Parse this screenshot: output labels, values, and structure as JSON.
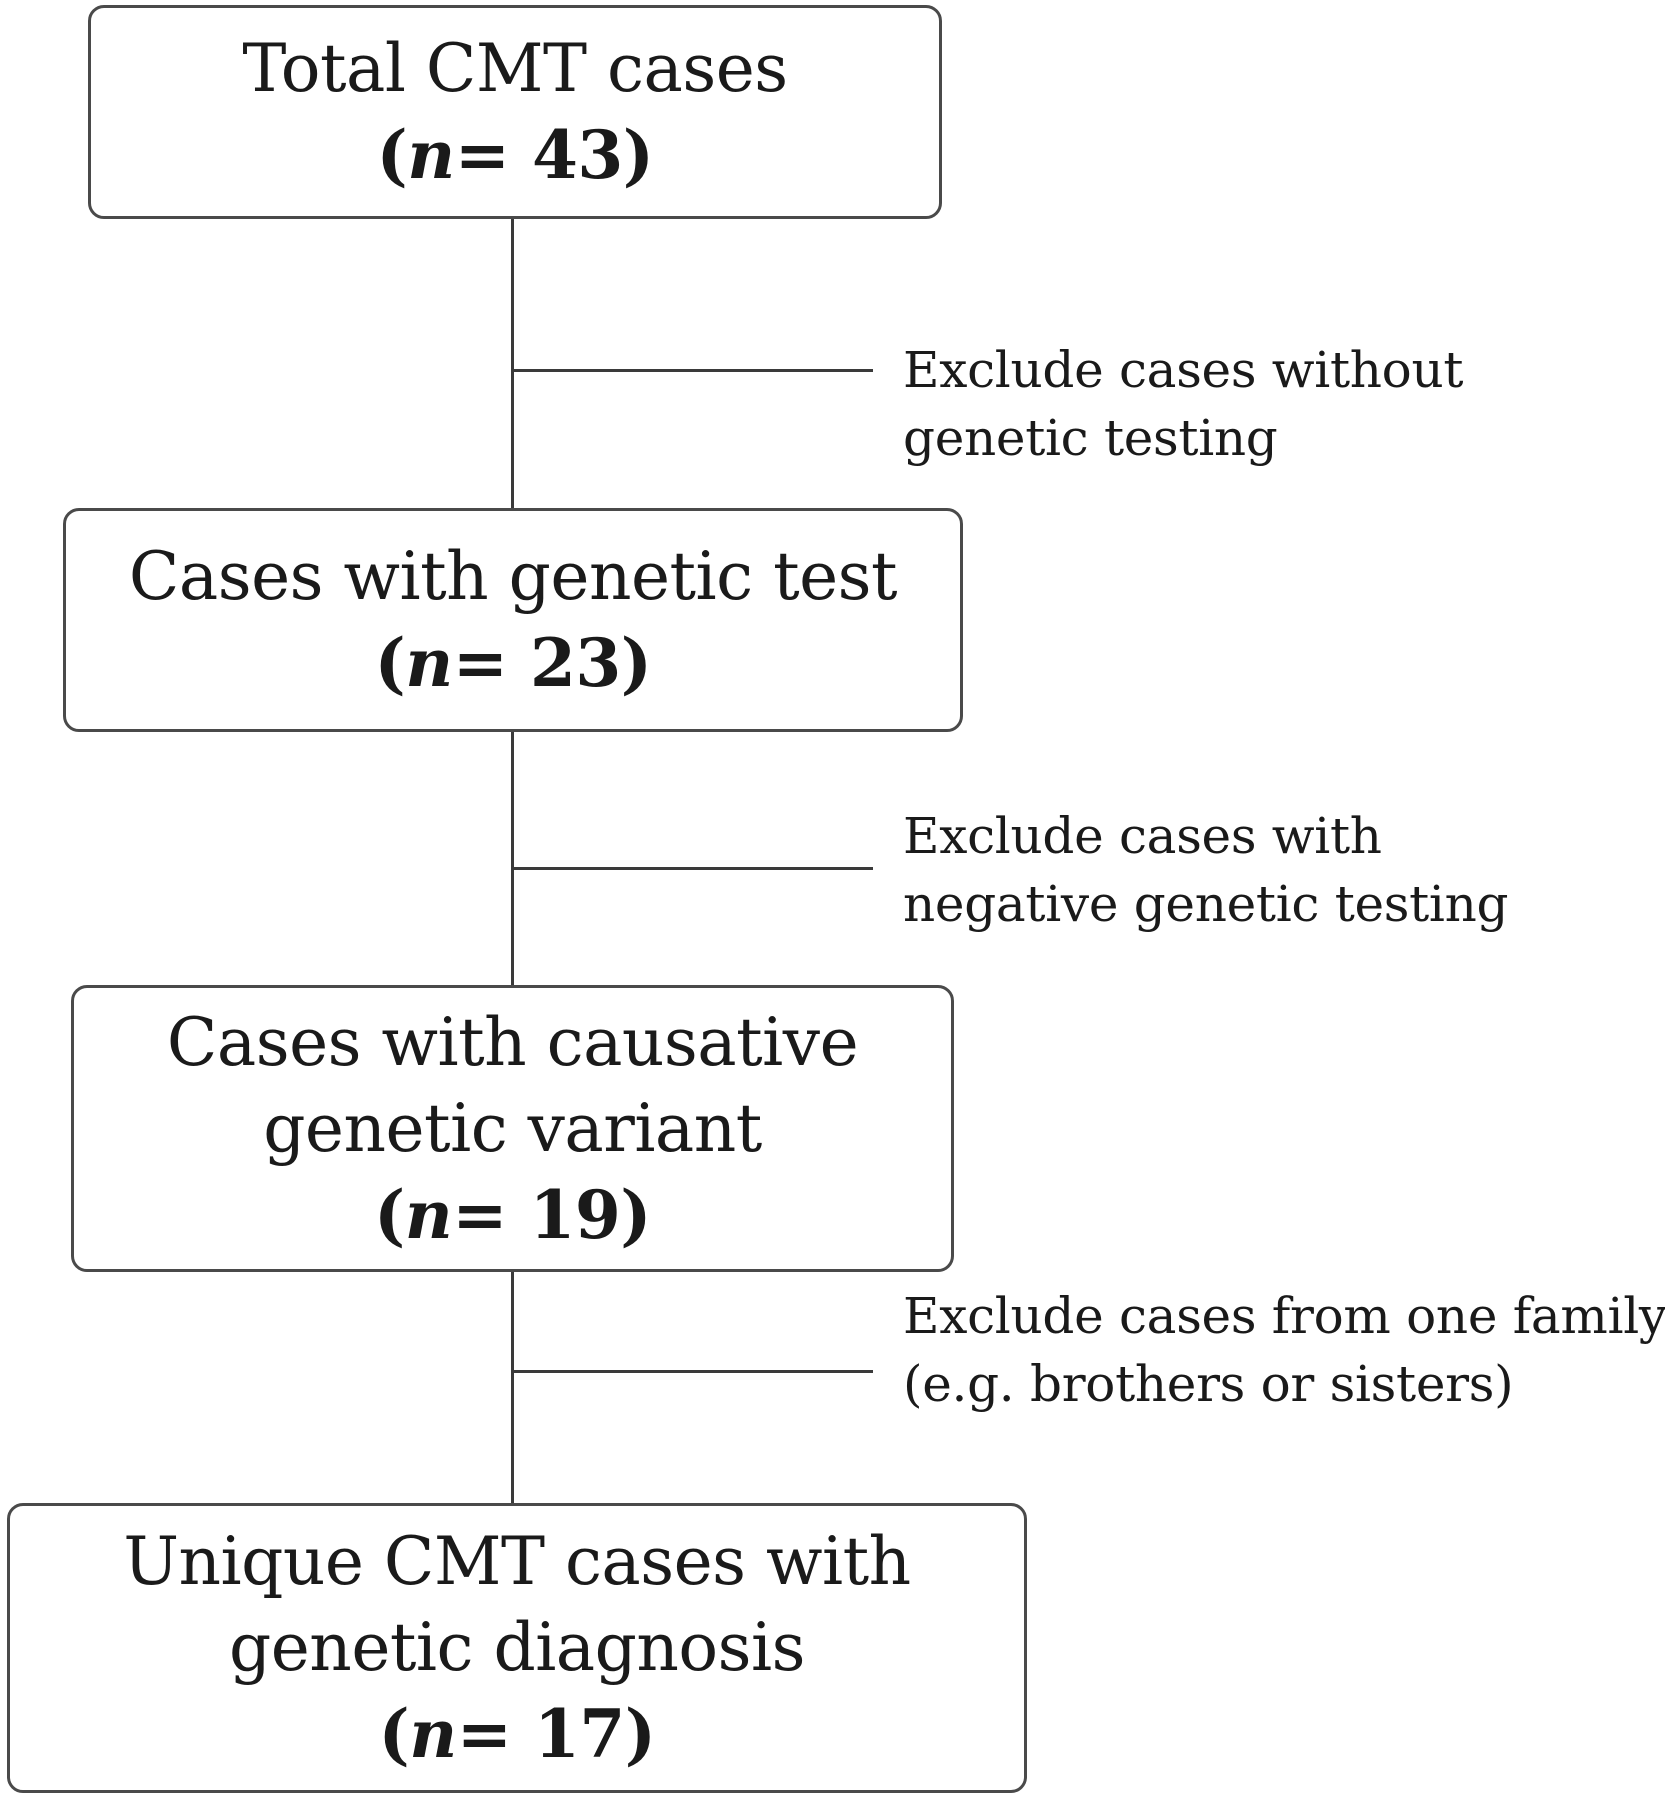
{
  "flowchart": {
    "steps": [
      {
        "lines": [
          "Total CMT cases"
        ],
        "count_prefix": "(",
        "count_var": "n",
        "count_rest": "= 43)"
      },
      {
        "lines": [
          "Cases with genetic test"
        ],
        "count_prefix": "(",
        "count_var": "n",
        "count_rest": "= 23)"
      },
      {
        "lines": [
          "Cases with causative",
          "genetic variant"
        ],
        "count_prefix": "(",
        "count_var": "n",
        "count_rest": "= 19)"
      },
      {
        "lines": [
          "Unique CMT cases with",
          "genetic diagnosis"
        ],
        "count_prefix": "(",
        "count_var": "n",
        "count_rest": "= 17)"
      }
    ],
    "exclusions": [
      {
        "lines": [
          "Exclude cases without",
          "genetic testing"
        ]
      },
      {
        "lines": [
          "Exclude cases with",
          "negative genetic testing"
        ]
      },
      {
        "lines": [
          "Exclude cases from one family",
          "(e.g. brothers or sisters)"
        ]
      }
    ]
  }
}
